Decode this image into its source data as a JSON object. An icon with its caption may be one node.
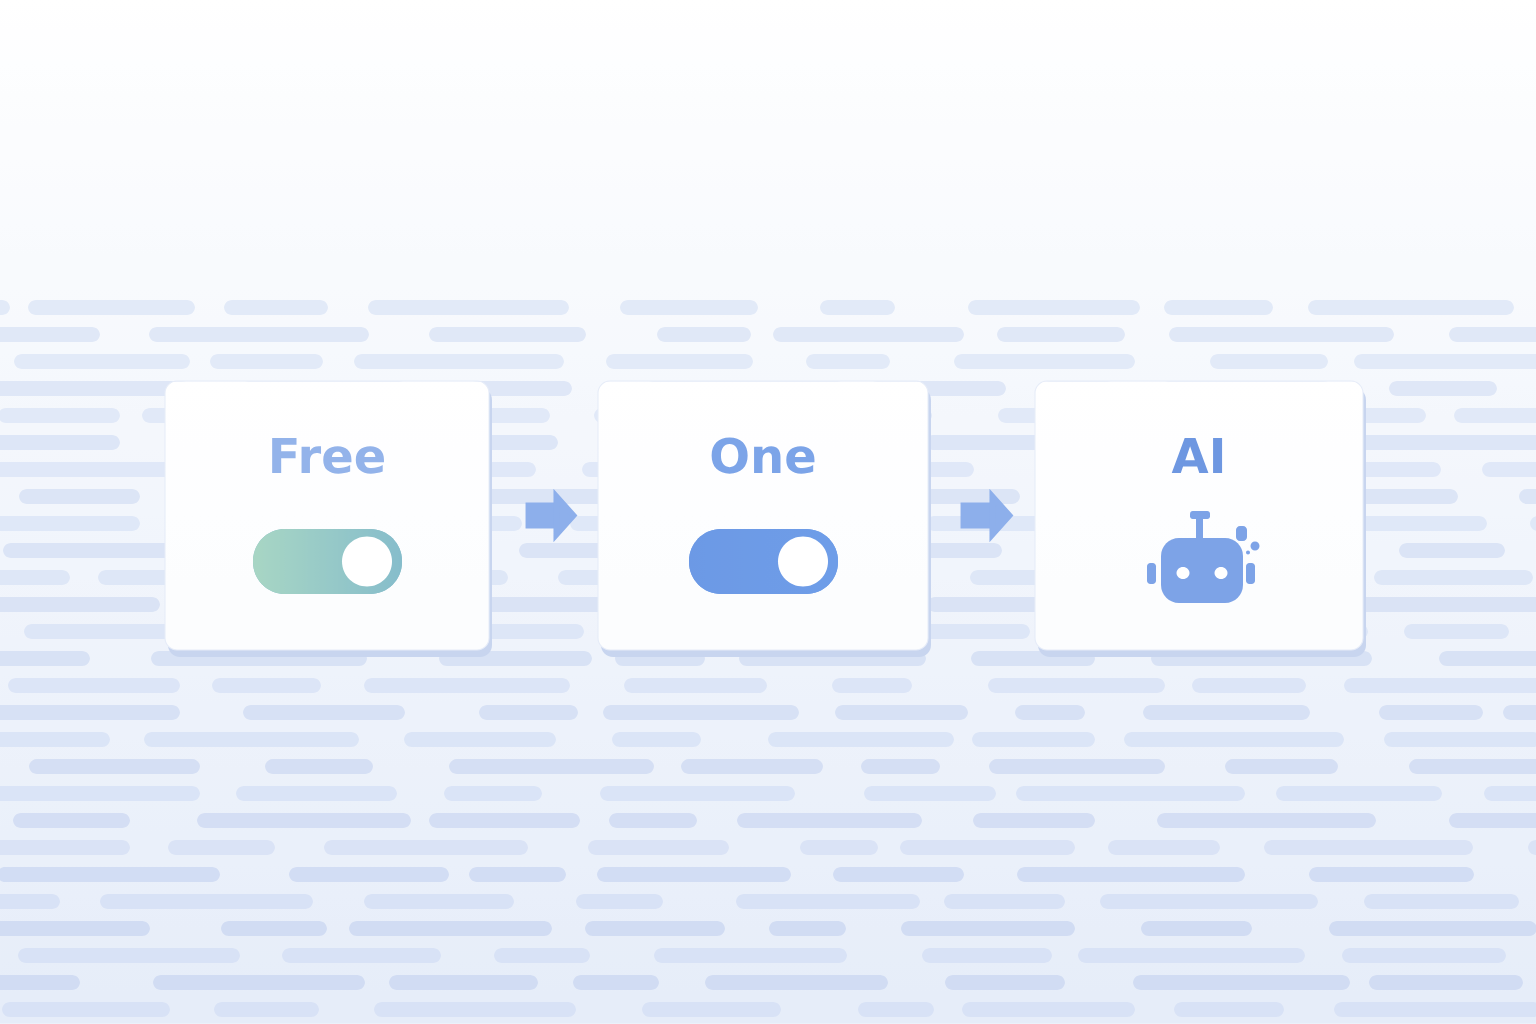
{
  "diagram": {
    "nodes": [
      {
        "text": [
          "Free"
        ]
      },
      {
        "text": [
          "One"
        ]
      },
      {
        "text": [
          "AI"
        ]
      }
    ],
    "edges": [
      {
        "from": 0,
        "to": 1,
        "arrow": "to"
      },
      {
        "from": 1,
        "to": 2,
        "arrow": "to"
      }
    ]
  }
}
